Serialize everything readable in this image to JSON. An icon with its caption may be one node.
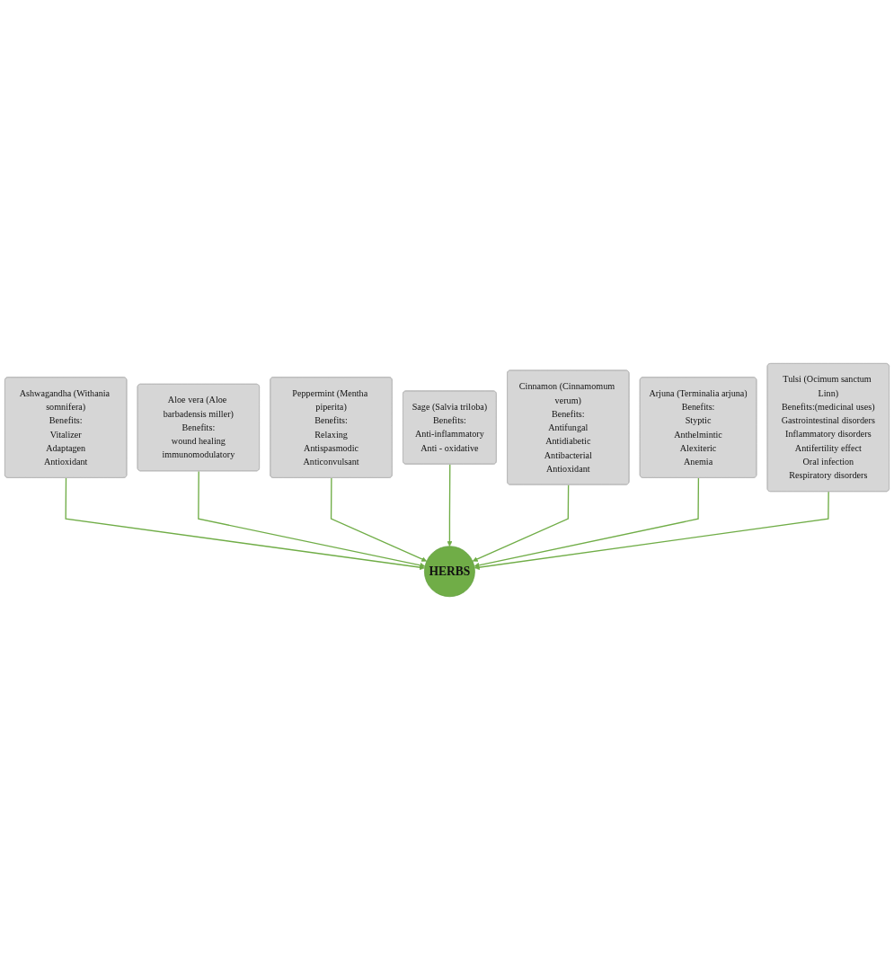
{
  "diagram": {
    "nodes": [
      {
        "text": [
          "Ashwagandha (Withania somnifera)",
          "Benefits:",
          "Vitalizer",
          "Adaptagen",
          "Antioxidant"
        ]
      },
      {
        "text": [
          "Aloe vera (Aloe barbadensis miller)",
          "Benefits:",
          "wound healing",
          "immunomodulatory"
        ]
      },
      {
        "text": [
          "Peppermint (Mentha piperita)",
          "Benefits:",
          "Relaxing",
          "Antispasmodic",
          "Anticonvulsant"
        ]
      },
      {
        "text": [
          "Sage (Salvia triloba)",
          "Benefits:",
          "Anti-inflammatory",
          "Anti - oxidative"
        ]
      },
      {
        "text": [
          "HERBS"
        ]
      },
      {
        "text": [
          "Cinnamon (Cinnamomum verum)",
          "Benefits:",
          "Antifungal",
          "Antidiabetic",
          "Antibacterial",
          "Antioxidant"
        ]
      },
      {
        "text": [
          "Arjuna (Terminalia arjuna)",
          "Benefits:",
          "Styptic",
          "Anthelmintic",
          "Alexiteric",
          "Anemia"
        ]
      },
      {
        "text": [
          "Tulsi (Ocimum sanctum Linn)",
          "Benefits:(medicinal uses)",
          "Gastrointestinal disorders",
          "Inflammatory disorders",
          "Antifertility effect",
          "Oral infection",
          "Respiratory disorders"
        ]
      }
    ],
    "edges": [
      {
        "from": 0,
        "to": 4,
        "arrow": "to"
      },
      {
        "from": 1,
        "to": 4,
        "arrow": "to"
      },
      {
        "from": 2,
        "to": 4,
        "arrow": "to"
      },
      {
        "from": 3,
        "to": 4,
        "arrow": "to"
      },
      {
        "from": 5,
        "to": 4,
        "arrow": "to"
      },
      {
        "from": 6,
        "to": 4,
        "arrow": "to"
      },
      {
        "from": 7,
        "to": 4,
        "arrow": "to"
      }
    ]
  }
}
